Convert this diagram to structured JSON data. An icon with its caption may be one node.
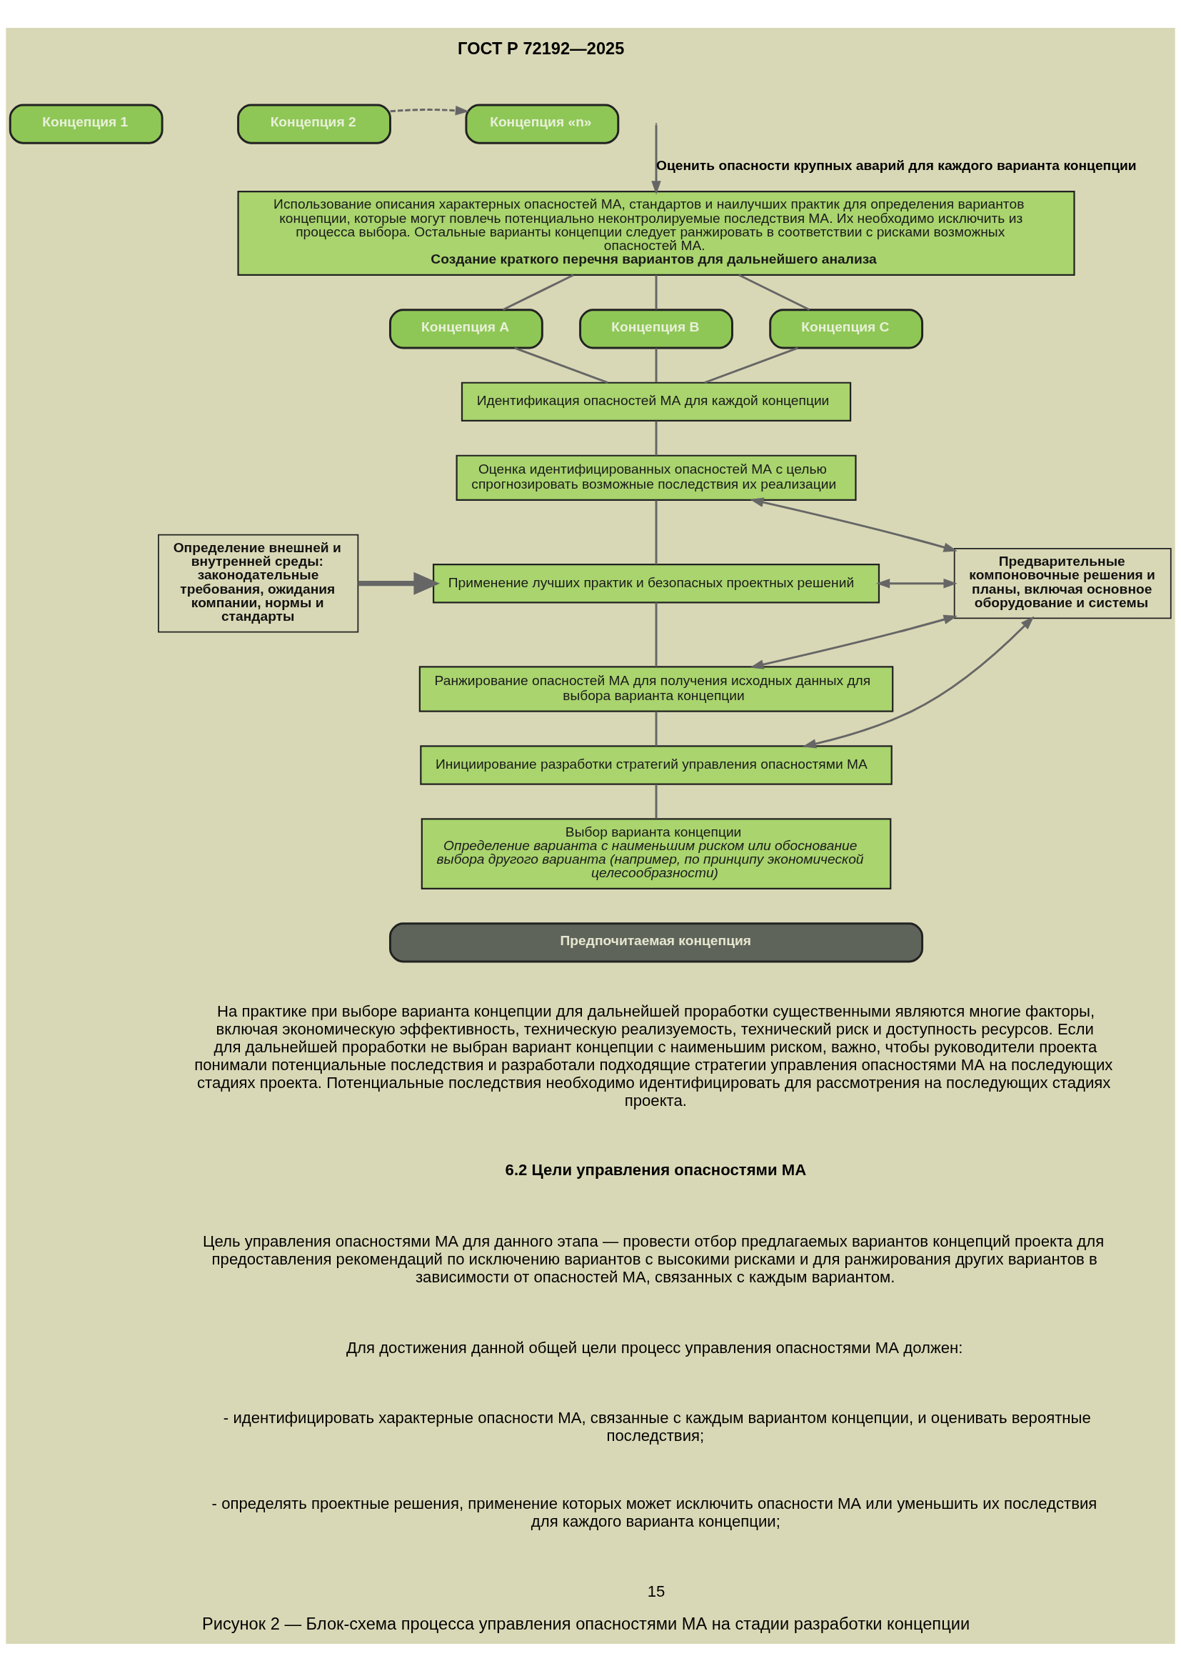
{
  "diagram": {
    "caption": "Рисунок 2 — Блок-схема процесса управления опасностями МА на стадии разработки концепции",
    "nodes": [
      {
        "text": [
          "Концепция 1"
        ]
      },
      {
        "text": [
          "Концепция 2"
        ]
      },
      {
        "text": [
          "Концепция «n»"
        ]
      },
      {
        "text": [
          "Использование описания характерных опасностей МА, стандартов и наилучших практик для определения вариантов концепции, которые могут повлечь потенциально неконтролируемые последствия МА. Их необходимо исключить из процесса выбора. Остальные варианты концепции следует ранжировать в соответствии с рисками возможных опасностей МА.",
          "Создание краткого перечня вариантов для дальнейшего анализа"
        ]
      },
      {
        "text": [
          "Концепция А"
        ]
      },
      {
        "text": [
          "Концепция В"
        ]
      },
      {
        "text": [
          "Концепция С"
        ]
      },
      {
        "text": [
          "Идентификация опасностей МА для каждой концепции"
        ]
      },
      {
        "text": [
          "Оценка идентифицированных опасностей МА с целью спрогнозировать возможные последствия их реализации"
        ]
      },
      {
        "text": [
          "Применение лучших практик и безопасных проектных решений"
        ]
      },
      {
        "text": [
          "Ранжирование опасностей МА для получения исходных данных для выбора варианта концепции"
        ]
      },
      {
        "text": [
          "Инициирование разработки стратегий управления опасностями МА"
        ]
      },
      {
        "text": [
          "Выбор варианта концепции",
          "Определение варианта с наименьшим риском или обоснование выбора другого варианта (например, по принципу экономической целесообразности)"
        ]
      },
      {
        "text": [
          "Предпочитаемая концепция"
        ]
      },
      {
        "text": [
          "Определение внешней и внутренней среды: законодательные требования, ожидания компании, нормы и стандарты"
        ]
      },
      {
        "text": [
          "Предварительные компоновочные решения и планы, включая основное оборудование и системы"
        ]
      }
    ],
    "edges": [
      {
        "from": 1,
        "to": 2,
        "arrow": "to",
        "style": "dashed"
      },
      {
        "from": null,
        "to": 3,
        "arrow": "to",
        "label": "Оценить опасности крупных аварий для каждого варианта концепции"
      },
      {
        "from": 3,
        "to": 4,
        "arrow": "none"
      },
      {
        "from": 3,
        "to": 5,
        "arrow": "none"
      },
      {
        "from": 3,
        "to": 6,
        "arrow": "none"
      },
      {
        "from": 4,
        "to": 7,
        "arrow": "none"
      },
      {
        "from": 5,
        "to": 7,
        "arrow": "none"
      },
      {
        "from": 6,
        "to": 7,
        "arrow": "none"
      },
      {
        "from": 7,
        "to": 8,
        "arrow": "none"
      },
      {
        "from": 8,
        "to": 9,
        "arrow": "none"
      },
      {
        "from": 9,
        "to": 10,
        "arrow": "none"
      },
      {
        "from": 10,
        "to": 11,
        "arrow": "none"
      },
      {
        "from": 11,
        "to": 12,
        "arrow": "none"
      },
      {
        "from": 8,
        "to": 15,
        "arrow": "both"
      },
      {
        "from": 9,
        "to": 15,
        "arrow": "both"
      },
      {
        "from": 10,
        "to": 15,
        "arrow": "both"
      },
      {
        "from": 11,
        "to": 15,
        "arrow": "both"
      },
      {
        "from": 14,
        "to": 9,
        "arrow": "to",
        "style": "thick"
      }
    ],
    "labels": [
      "ГОСТ Р 72192—2025",
      "На практике при выборе варианта концепции для дальнейшей проработки существенными являются многие факторы, включая экономическую эффективность, техническую реализуемость, технический риск и доступность ресурсов. Если для дальнейшей проработки не выбран вариант концепции с наименьшим риском, важно, чтобы руководители проекта понимали потенциальные последствия и разработали подходящие стратегии управления опасностями МА на последующих стадиях проекта. Потенциальные последствия необходимо идентифицировать для рассмотрения на последующих стадиях проекта.",
      "6.2 Цели управления опасностями МА",
      "Цель управления опасностями МА для данного этапа — провести отбор предлагаемых вариантов концепций проекта для предоставления рекомендаций по исключению вариантов с высокими рисками и для ранжирования других вариантов в зависимости от опасностей МА, связанных с каждым вариантом.",
      "Для достижения данной общей цели процесс управления опасностями МА должен:",
      "- идентифицировать характерные опасности МА, связанные с каждым вариантом концепции, и оценивать вероятные последствия;",
      "- определять проектные решения, применение которых может исключить опасности МА или уменьшить их последствия для каждого варианта концепции;",
      "15"
    ]
  }
}
